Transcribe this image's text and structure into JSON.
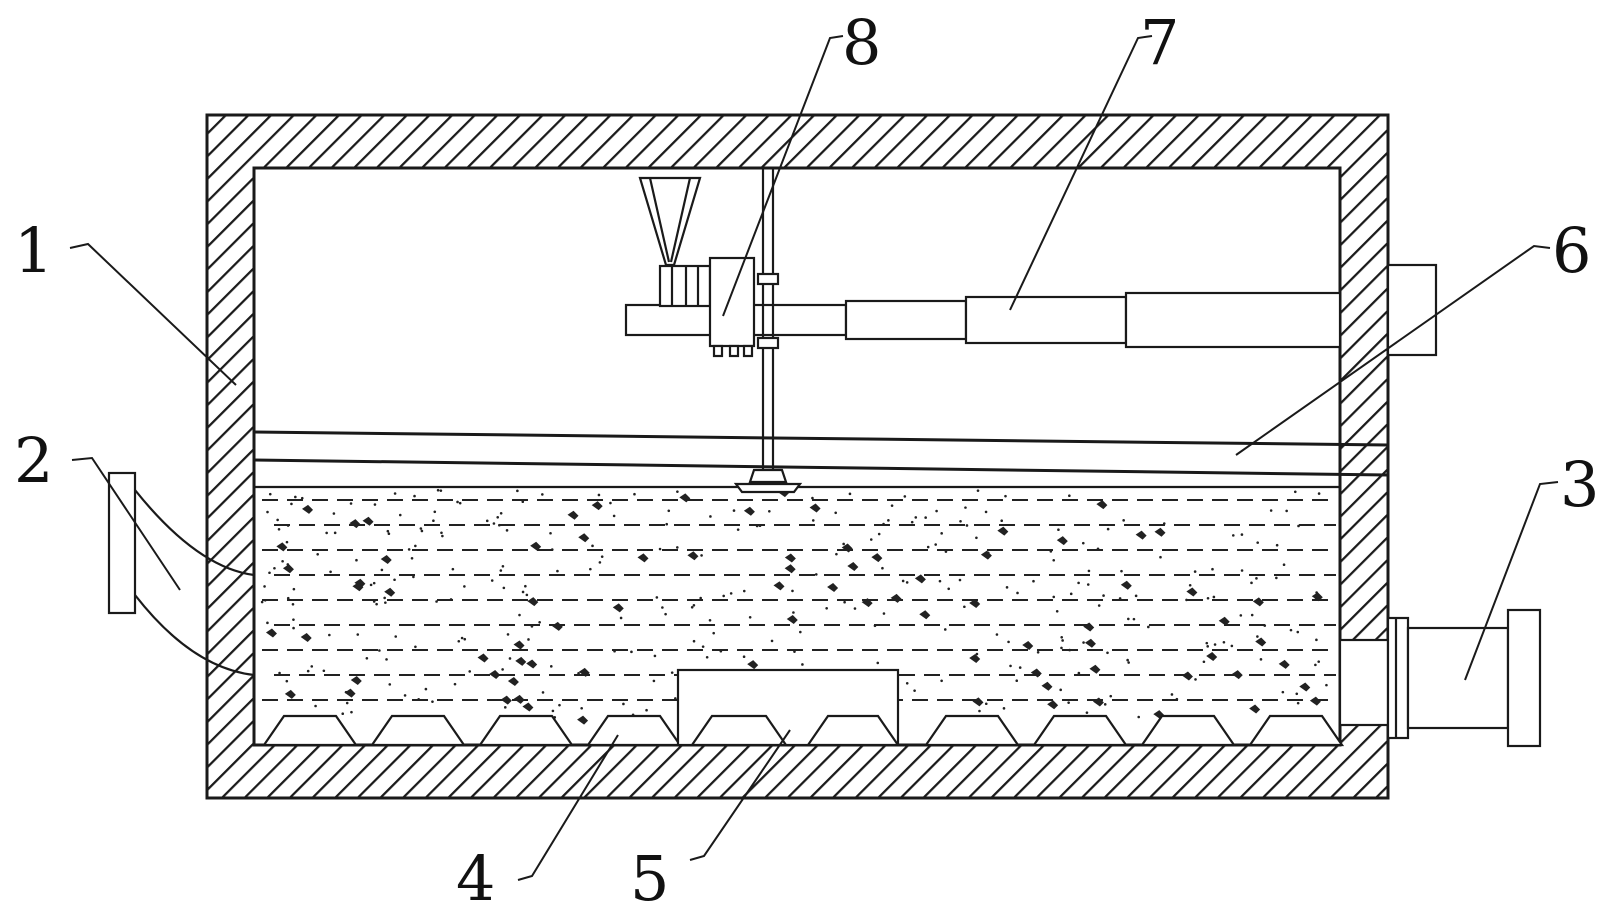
{
  "labels": {
    "l1": "1",
    "l2": "2",
    "l3": "3",
    "l4": "4",
    "l5": "5",
    "l6": "6",
    "l7": "7",
    "l8": "8"
  },
  "colors": {
    "line": "#1a1a1a",
    "background": "#ffffff"
  }
}
